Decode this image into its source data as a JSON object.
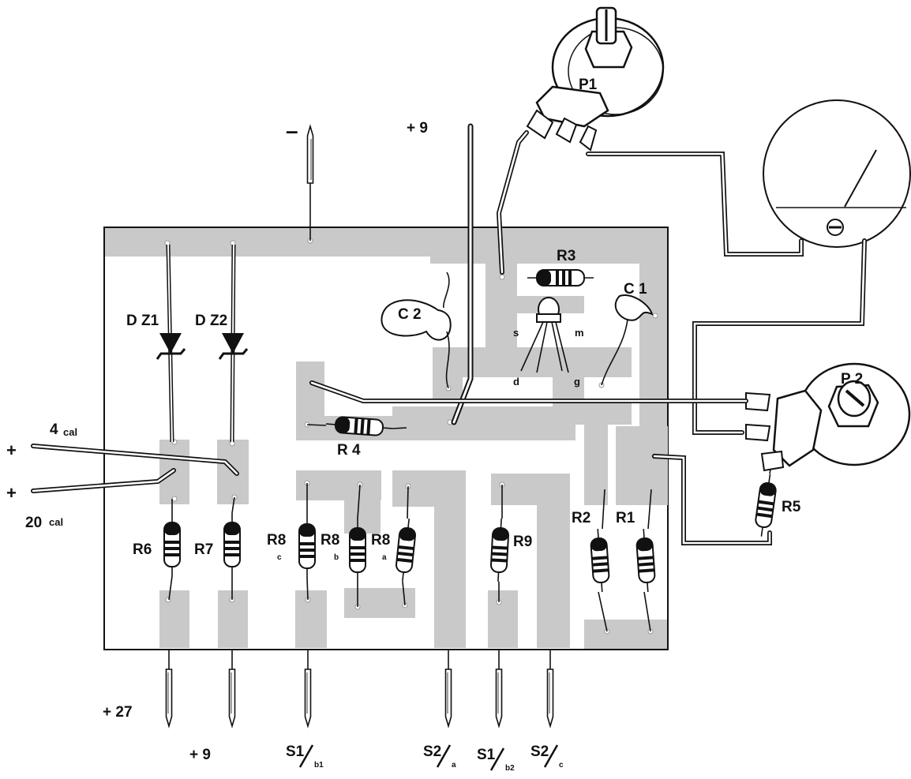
{
  "labels": {
    "minus": "–",
    "plus9_top": "+ 9",
    "dz1": "D Z1",
    "dz2": "D Z2",
    "c1": "C 1",
    "c2": "C 2",
    "r3": "R3",
    "r4": "R 4",
    "r1": "R1",
    "r2": "R2",
    "r5": "R5",
    "r6": "R6",
    "r7": "R7",
    "r8c": "R8",
    "r8c_sub": "c",
    "r8b": "R8",
    "r8b_sub": "b",
    "r8a": "R8",
    "r8a_sub": "a",
    "r9": "R9",
    "p1": "P1",
    "p2": "P 2",
    "fet_s": "s",
    "fet_m": "m",
    "fet_d": "d",
    "fet_g": "g",
    "cal4_plus": "+",
    "cal4_num": "4",
    "cal4_unit": "cal",
    "cal20_plus": "+",
    "cal20_num": "20",
    "cal20_unit": "cal",
    "plus27": "+ 27",
    "plus9_bottom": "+ 9",
    "s1b1_main": "S1",
    "s1b1_sub": "b1",
    "s2a_main": "S2",
    "s2a_sub": "a",
    "s1b2_main": "S1",
    "s1b2_sub": "b2",
    "s2c_main": "S2",
    "s2c_sub": "c"
  }
}
